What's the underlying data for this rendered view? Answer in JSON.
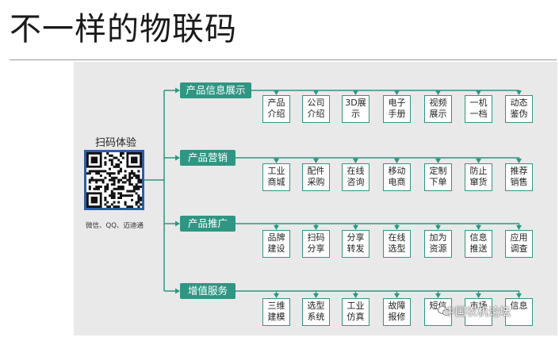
{
  "title": "不一样的物联码",
  "qr": {
    "label": "扫码体验",
    "caption": "微信、QQ、迈迪通"
  },
  "categories": [
    {
      "label": "产品信息展示",
      "items": [
        [
          "产品",
          "介绍"
        ],
        [
          "公司",
          "介绍"
        ],
        [
          "3D展",
          "示"
        ],
        [
          "电子",
          "手册"
        ],
        [
          "视频",
          "展示"
        ],
        [
          "一机",
          "一档"
        ],
        [
          "动态",
          "鉴伪"
        ]
      ]
    },
    {
      "label": "产品营销",
      "items": [
        [
          "工业",
          "商城"
        ],
        [
          "配件",
          "采购"
        ],
        [
          "在线",
          "咨询"
        ],
        [
          "移动",
          "电商"
        ],
        [
          "定制",
          "下单"
        ],
        [
          "防止",
          "窜货"
        ],
        [
          "推荐",
          "销售"
        ]
      ]
    },
    {
      "label": "产品推广",
      "items": [
        [
          "品牌",
          "建设"
        ],
        [
          "扫码",
          "分享"
        ],
        [
          "分享",
          "转发"
        ],
        [
          "在线",
          "选型"
        ],
        [
          "加为",
          "资源"
        ],
        [
          "信息",
          "推送"
        ],
        [
          "应用",
          "调查"
        ]
      ]
    },
    {
      "label": "增值服务",
      "items": [
        [
          "三维",
          "建模"
        ],
        [
          "选型",
          "系统"
        ],
        [
          "工业",
          "仿真"
        ],
        [
          "故障",
          "报修"
        ],
        [
          "短信",
          ""
        ],
        [
          "市场",
          ""
        ],
        [
          "信息",
          ""
        ]
      ]
    }
  ],
  "watermark": "中国农机论坛",
  "colors": {
    "accent": "#2f9683",
    "panel": "#e9e9e9",
    "qr_frame": "#2b5ea6"
  }
}
